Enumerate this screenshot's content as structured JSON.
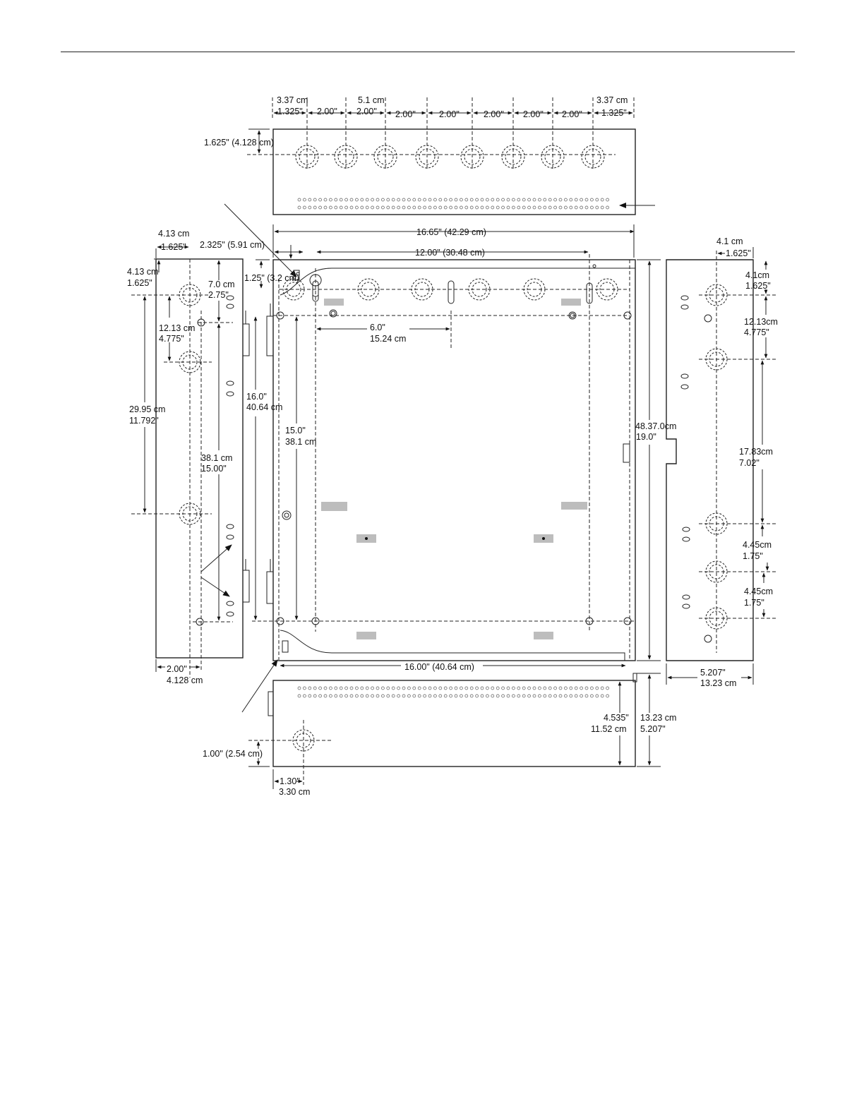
{
  "top_view": {
    "offset_left_cm": "3.37 cm",
    "offset_left_in": "1.325\"",
    "spacing_cm": "5.1 cm",
    "spacing_in": [
      "2.00\"",
      "2.00\"",
      "2.00\"",
      "2.00\"",
      "2.00\"",
      "2.00\"",
      "2.00\""
    ],
    "offset_right_cm": "3.37 cm",
    "offset_right_in": "1.325\"",
    "knockout_depth": "1.625\" (4.128 cm)"
  },
  "front_view": {
    "overall_width": "16.65\" (42.29 cm)",
    "mounting_width": "12.00\" (30.48 cm)",
    "left_offset": "2.325\" (5.91 cm)",
    "top_offset": "1.25\" (3.2 cm)",
    "keyhole_offset_in": "6.0\"",
    "keyhole_offset_cm": "15.24 cm",
    "mount_height_in": "16.0\"",
    "mount_height_cm": "40.64 cm",
    "inner_height_in": "15.0\"",
    "inner_height_cm": "38.1 cm",
    "overall_height_cm": "48.37.0cm",
    "overall_height_in": "19.0\"",
    "bottom_width": "16.00\" (40.64 cm)"
  },
  "left_view": {
    "top_offset_cm": "4.13  cm",
    "top_offset_in": "1.625\"",
    "knockout_top_cm": "4.13 cm",
    "knockout_top_in": "1.625\"",
    "hole_depth_cm": "7.0 cm",
    "hole_depth_in": "2.75\"",
    "knockout_spacing_cm": "12.13 cm",
    "knockout_spacing_in": "4.775\"",
    "knockout_span_cm": "29.95 cm",
    "knockout_span_in": "11.792\"",
    "hole_span_cm": "38.1 cm",
    "hole_span_in": "15.00\"",
    "bottom_offset_in": "2.00\"",
    "bottom_offset_cm": "4.128  cm"
  },
  "right_view": {
    "top_offset_cm": "4.1 cm",
    "top_offset_in": "1.625\"",
    "knockout_top_cm": "4.1cm",
    "knockout_top_in": "1.625\"",
    "spacing1_cm": "12.13cm",
    "spacing1_in": "4.775\"",
    "spacing2_cm": "17.83cm",
    "spacing2_in": "7.02\"",
    "spacing3_cm": "4.45cm",
    "spacing3_in": "1.75\"",
    "spacing4_cm": "4.45cm",
    "spacing4_in": "1.75\"",
    "depth_in": "5.207\"",
    "depth_cm": "13.23 cm"
  },
  "bottom_view": {
    "inner_depth_in": "4.535\"",
    "inner_depth_cm": "11.52 cm",
    "outer_depth_cm": "13.23 cm",
    "outer_depth_in": "5.207\"",
    "knockout_depth": "1.00\" (2.54 cm)",
    "knockout_offset_in": "1.30\"",
    "knockout_offset_cm": "3.30 cm"
  }
}
